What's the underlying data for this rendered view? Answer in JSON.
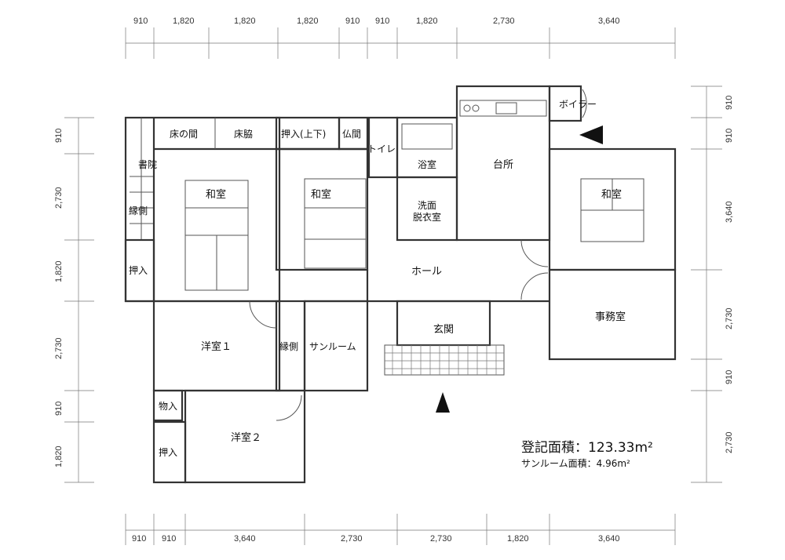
{
  "dimensions": {
    "top": [
      "910",
      "1,820",
      "1,820",
      "1,820",
      "910",
      "910",
      "1,820",
      "2,730",
      "3,640"
    ],
    "bottom": [
      "910",
      "910",
      "3,640",
      "2,730",
      "2,730",
      "1,820",
      "3,640"
    ],
    "left": [
      "910",
      "2,730",
      "1,820",
      "2,730",
      "910",
      "1,820"
    ],
    "right": [
      "910",
      "910",
      "3,640",
      "2,730",
      "910",
      "2,730"
    ]
  },
  "rooms": {
    "tokonoma": "床の間",
    "tokowaki": "床脇",
    "oshiire_updown": "押入(上下)",
    "butsuma": "仏間",
    "toilet": "トイレ",
    "boiler": "ボイラー",
    "shoin": "書院",
    "washitsu_big": "和室",
    "washitsu_mid": "和室",
    "engawa_left": "縁側",
    "bath": "浴室",
    "kitchen": "台所",
    "washitsu_right": "和室",
    "senmen_1": "洗面",
    "senmen_2": "脱衣室",
    "oshiire_left": "押入",
    "hall": "ホール",
    "office": "事務室",
    "genkan": "玄関",
    "youshitsu1": "洋室１",
    "engawa_mid": "縁側",
    "sunroom": "サンルーム",
    "monoire": "物入",
    "youshitsu2": "洋室２",
    "oshiire_bottom": "押入"
  },
  "area": {
    "registered": "登記面積：123.33m²",
    "sunroom": "サンルーム面積：4.96m²"
  }
}
